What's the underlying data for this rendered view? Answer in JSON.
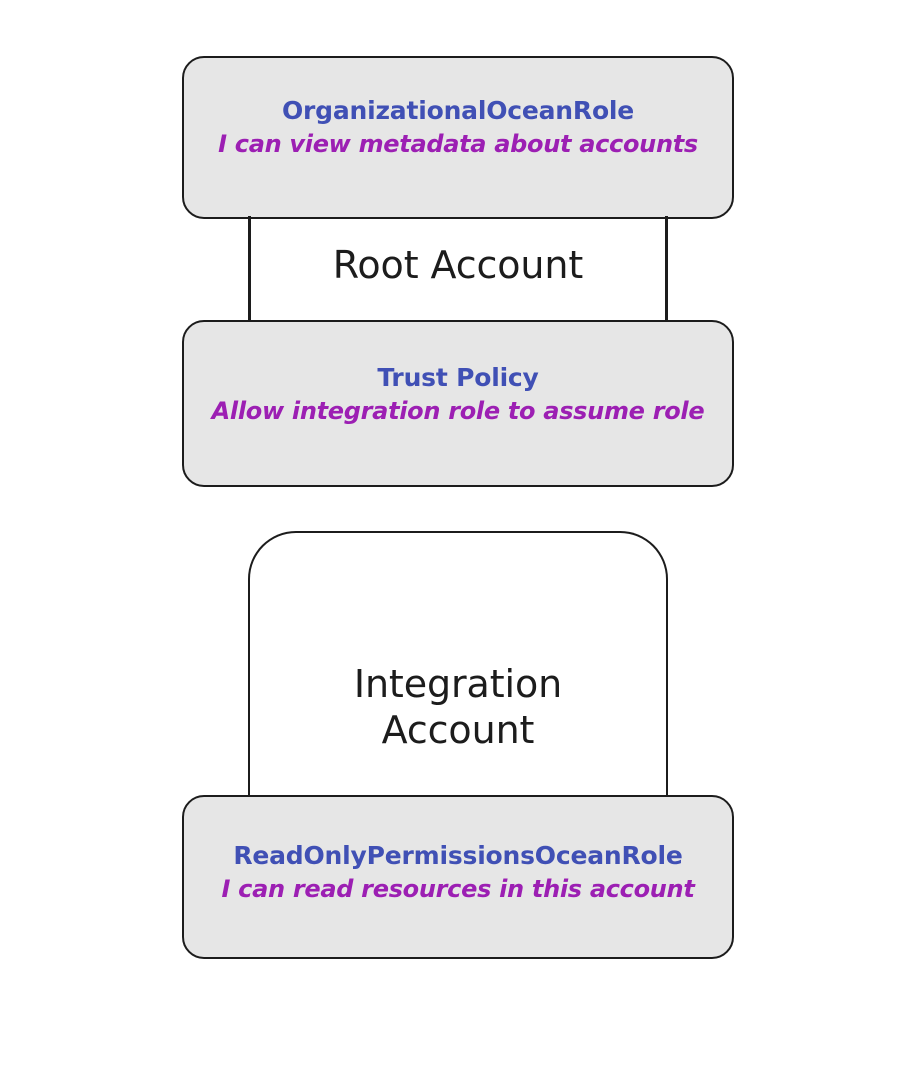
{
  "diagram": {
    "title": "AWS cross-account role trust diagram",
    "background_color": "#ffffff",
    "accent_colors": {
      "role_title_blue": "#4050b5",
      "role_subtitle_purple": "#9c1fb3",
      "card_fill_gray": "#e6e6e6",
      "stroke_black": "#1c1c1c",
      "account_label_black": "#1c1c1c"
    }
  },
  "accounts": [
    {
      "id": "root-account",
      "label": "Root Account",
      "cards": [
        {
          "id": "organizational-ocean-role",
          "title": "OrganizationalOceanRole",
          "subtitle": "I can view metadata about accounts"
        },
        {
          "id": "trust-policy",
          "title": "Trust Policy",
          "subtitle": "Allow integration role to assume role"
        }
      ]
    },
    {
      "id": "integration-account",
      "label": "Integration\nAccount",
      "cards": [
        {
          "id": "readonly-permissions-ocean-role",
          "title": "ReadOnlyPermissionsOceanRole",
          "subtitle": "I can read resources in this account"
        }
      ]
    }
  ]
}
